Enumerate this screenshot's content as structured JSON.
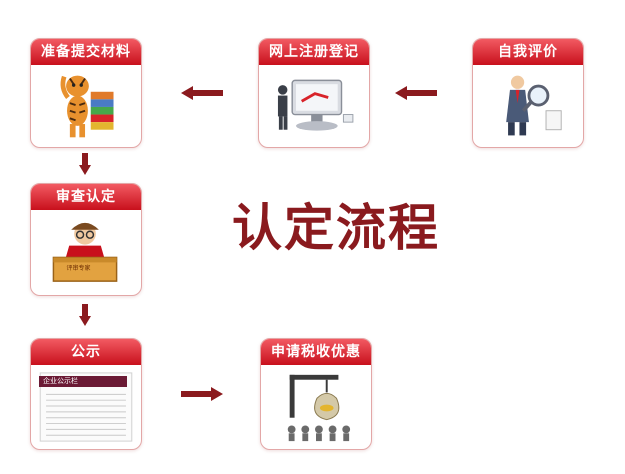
{
  "title": "认定流程",
  "steps": [
    {
      "label": "准备提交材料",
      "icon": "tiger-with-books-icon"
    },
    {
      "label": "网上注册登记",
      "icon": "computer-registration-icon"
    },
    {
      "label": "自我评价",
      "icon": "magnifying-glass-businessman-icon"
    },
    {
      "label": "审查认定",
      "icon": "reviewer-at-desk-icon"
    },
    {
      "label": "公示",
      "icon": "publication-list-icon"
    },
    {
      "label": "申请税收优惠",
      "icon": "money-bag-crane-icon"
    }
  ],
  "labels": {
    "desk_sign": "评审专家",
    "list_header": "企业公示栏"
  },
  "colors": {
    "header_red": "#d8232a",
    "arrow_dark_red": "#8b1a1e",
    "title": "#8a1a1e",
    "card_border": "#e3a7a7"
  }
}
